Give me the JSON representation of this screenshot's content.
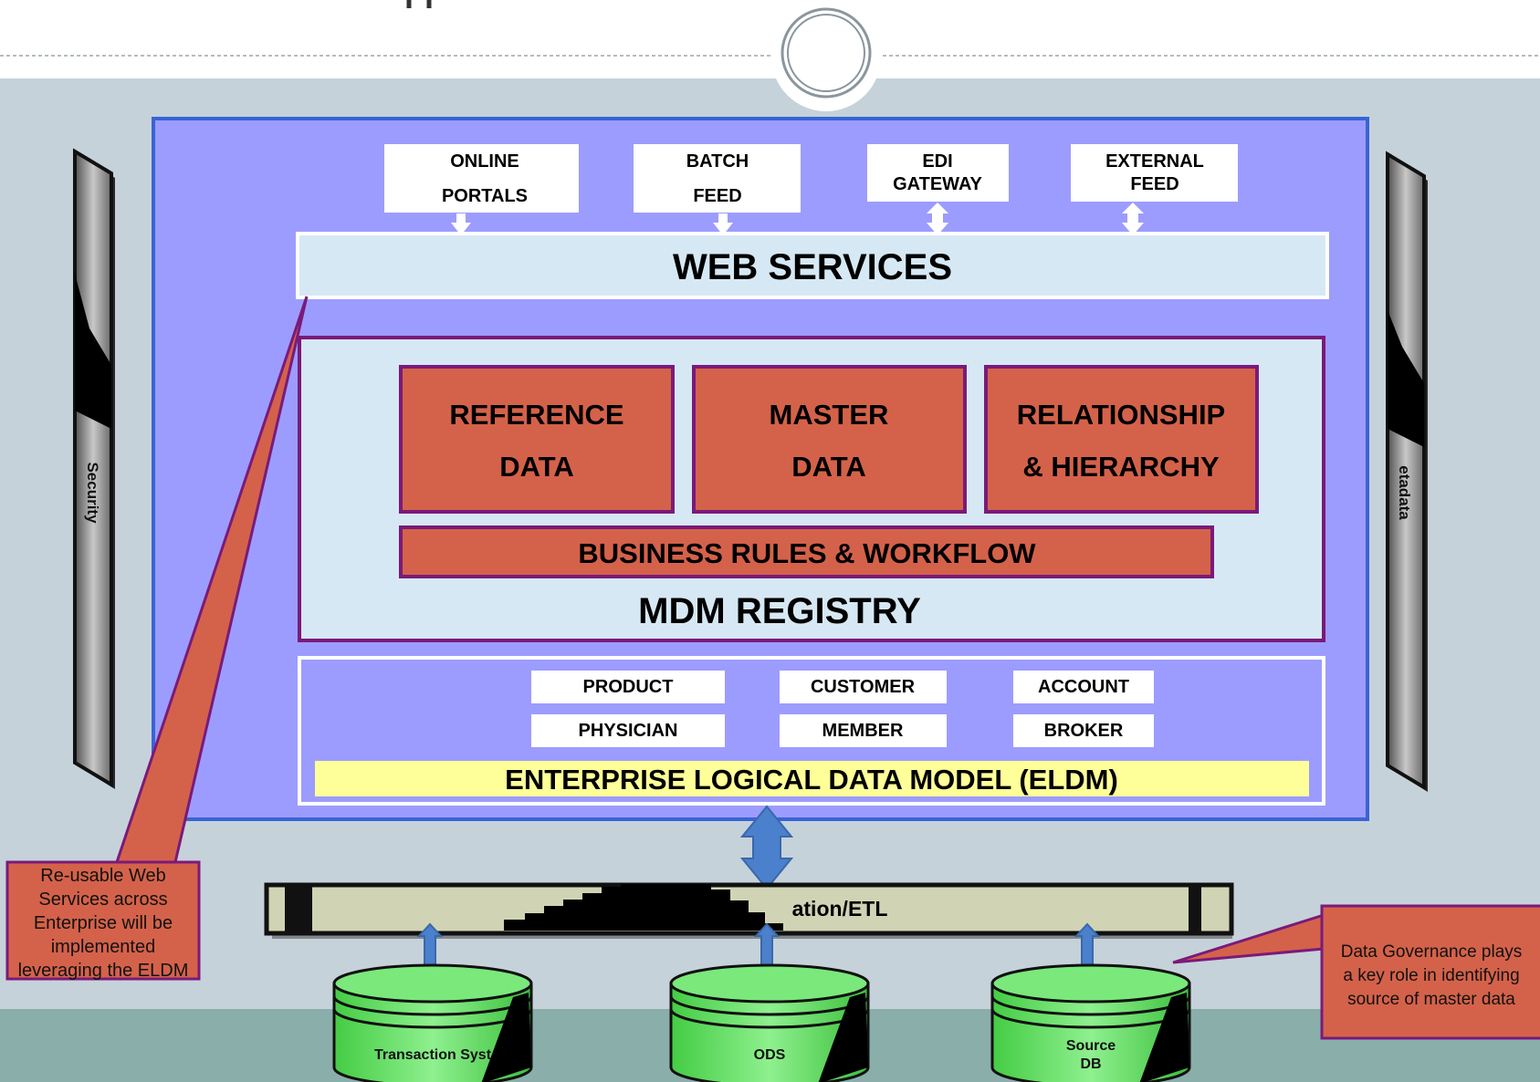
{
  "colors": {
    "canvas": "#c6d2da",
    "floor": "#8aaeaa",
    "outer_box": "#9c9cff",
    "outer_border": "#3864d4",
    "light_box": "#d6e8f4",
    "registry_border": "#7a1a7a",
    "data_box": "#d4624a",
    "eldm_bar": "#ffff99",
    "arrow": "#4a80cc",
    "etl_bar": "#d0d4b4",
    "db_green": "#5ce05c"
  },
  "sources": [
    {
      "line1": "ONLINE",
      "line2": "PORTALS"
    },
    {
      "line1": "BATCH",
      "line2": "FEED"
    },
    {
      "line1": "EDI",
      "line2": "GATEWAY"
    },
    {
      "line1": "EXTERNAL",
      "line2": "FEED"
    }
  ],
  "web_services": "WEB SERVICES",
  "registry": {
    "boxes": [
      {
        "line1": "REFERENCE",
        "line2": "DATA"
      },
      {
        "line1": "MASTER",
        "line2": "DATA"
      },
      {
        "line1": "RELATIONSHIP",
        "line2": "& HIERARCHY"
      }
    ],
    "rules": "BUSINESS RULES & WORKFLOW",
    "title": "MDM REGISTRY"
  },
  "entities": [
    "PRODUCT",
    "CUSTOMER",
    "ACCOUNT",
    "PHYSICIAN",
    "MEMBER",
    "BROKER"
  ],
  "eldm": "ENTERPRISE LOGICAL DATA MODEL (ELDM)",
  "side_panels": {
    "left": "Security",
    "right": "etadata"
  },
  "etl_label": "ation/ETL",
  "databases": [
    {
      "line1": "Transaction Syst",
      "line2": ""
    },
    {
      "line1": "ODS",
      "line2": ""
    },
    {
      "line1": "Source",
      "line2": "DB"
    }
  ],
  "callouts": {
    "left": [
      "Re-usable Web",
      "Services across",
      "Enterprise will be",
      "implemented",
      "leveraging the ELDM"
    ],
    "right": [
      "Data Governance plays",
      "a key role in identifying",
      "source of master data"
    ]
  }
}
